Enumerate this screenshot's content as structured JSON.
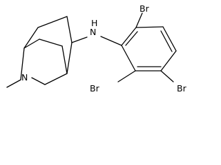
{
  "molecule": {
    "atom_labels": {
      "n_bridge": "N",
      "nh": "N",
      "h": "H",
      "br_top": "Br",
      "br_bottom_left": "Br",
      "br_bottom_right": "Br"
    }
  },
  "colors": {
    "background": "#ffffff",
    "bond": "#000000",
    "text": "#000000"
  }
}
